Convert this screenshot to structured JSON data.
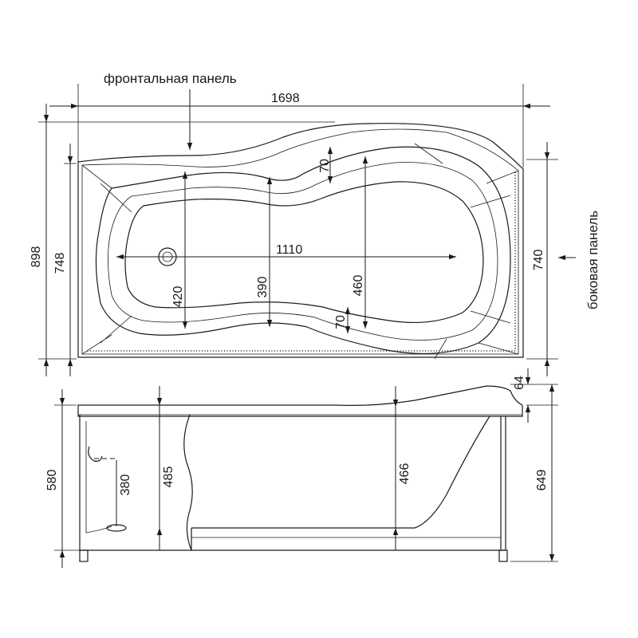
{
  "labels": {
    "front_panel": "фронтальная панель",
    "side_panel": "боковая панель"
  },
  "dimensions": {
    "total_length": "1698",
    "total_width": "898",
    "rim_width": "748",
    "right_end_width": "740",
    "inner_length": "1110",
    "width_at_drain": "420",
    "width_at_middle": "390",
    "width_at_back": "460",
    "step_top": "70",
    "step_bottom": "70",
    "headrest_height": "64",
    "overall_height": "649",
    "depth_front": "580",
    "drain_height": "380",
    "depth_left": "485",
    "depth_right": "466"
  }
}
